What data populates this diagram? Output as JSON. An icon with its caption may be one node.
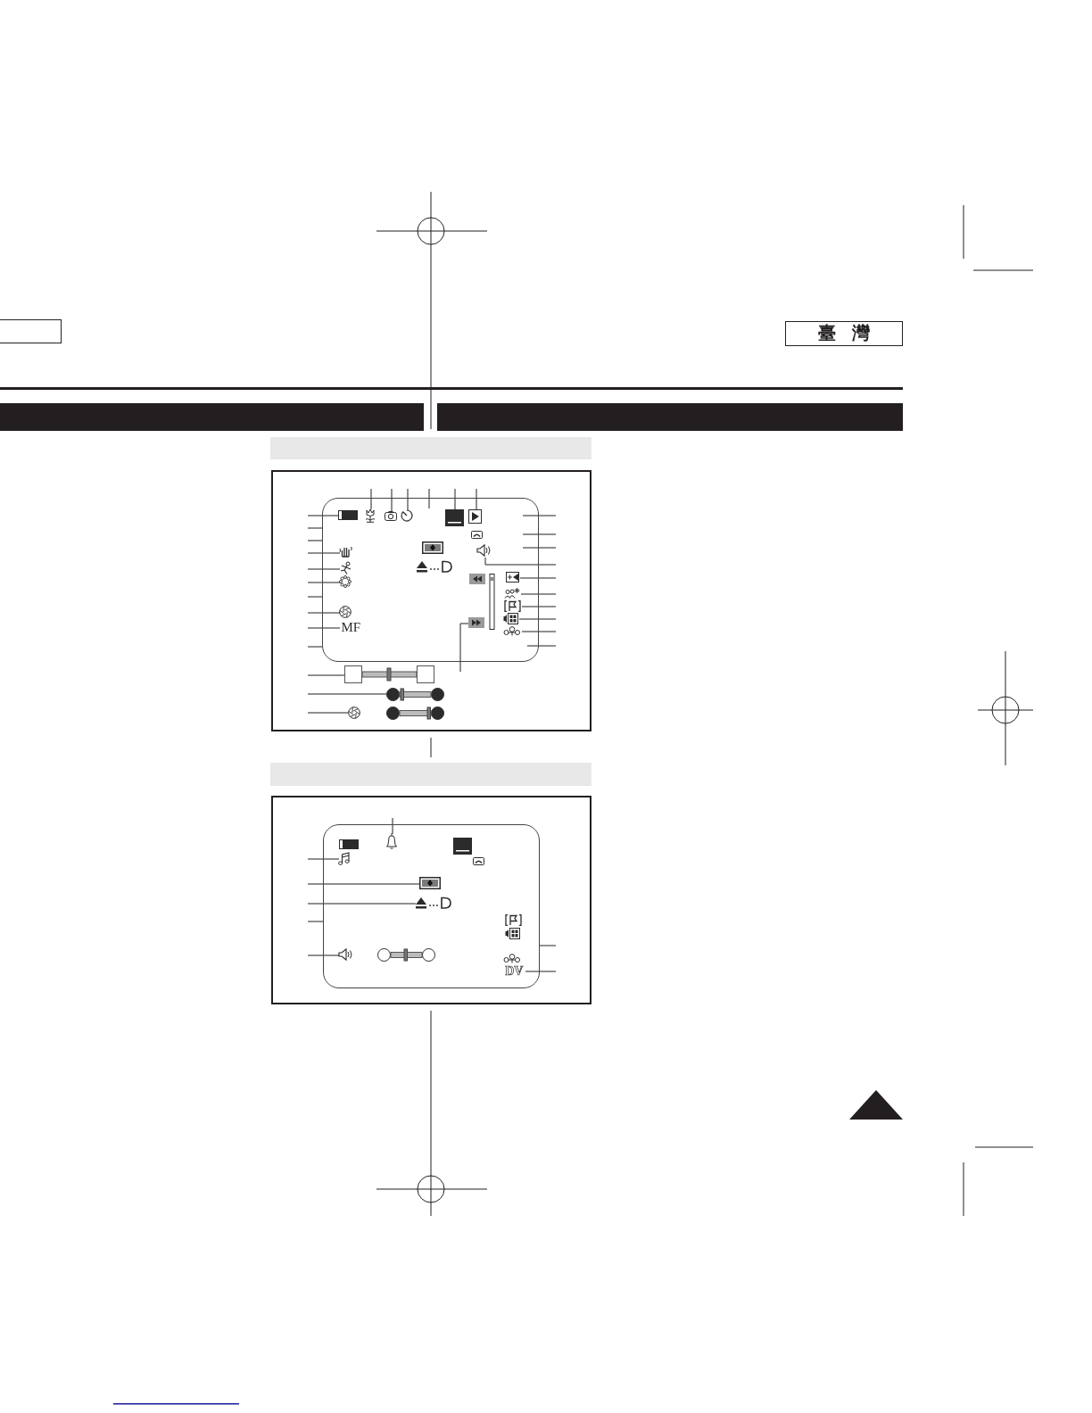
{
  "diagram": {
    "nodes": [
      {
        "text": [],
        "shape": "box"
      },
      {
        "text": [
          "臺 灣"
        ]
      },
      {
        "text": [],
        "shape": "bar"
      },
      {
        "text": [],
        "shape": "bar"
      },
      {
        "text": [],
        "shape": "bar"
      },
      {
        "text": [],
        "shape": "box"
      },
      {
        "text": [],
        "shape": "box",
        "in": 5
      },
      {
        "text": [],
        "shape": "picture",
        "in": 6
      },
      {
        "text": [],
        "shape": "picture",
        "in": 6
      },
      {
        "text": [],
        "shape": "picture",
        "in": 6
      },
      {
        "text": [],
        "shape": "picture",
        "in": 6
      },
      {
        "text": [],
        "shape": "picture",
        "in": 6
      },
      {
        "text": [],
        "shape": "picture",
        "in": 6
      },
      {
        "text": [],
        "shape": "picture",
        "in": 6
      },
      {
        "text": [],
        "shape": "picture",
        "in": 6
      },
      {
        "text": [],
        "shape": "picture",
        "in": 6
      },
      {
        "text": [],
        "shape": "picture",
        "in": 6
      },
      {
        "text": [],
        "shape": "picture",
        "in": 6
      },
      {
        "text": [],
        "shape": "picture",
        "in": 6
      },
      {
        "text": [],
        "shape": "picture",
        "in": 6
      },
      {
        "text": [],
        "shape": "picture",
        "in": 6
      },
      {
        "text": [],
        "shape": "picture",
        "in": 6
      },
      {
        "text": [],
        "shape": "picture",
        "in": 6
      },
      {
        "text": [
          "MF"
        ],
        "in": 6
      },
      {
        "text": [],
        "shape": "picture",
        "in": 6
      },
      {
        "text": [],
        "shape": "picture",
        "in": 5
      },
      {
        "text": [],
        "shape": "picture",
        "in": 5
      },
      {
        "text": [],
        "shape": "picture",
        "in": 5
      },
      {
        "text": [],
        "shape": "bar"
      },
      {
        "text": [],
        "shape": "box"
      },
      {
        "text": [],
        "shape": "box",
        "in": 29
      },
      {
        "text": [],
        "shape": "picture",
        "in": 30
      },
      {
        "text": [],
        "shape": "picture",
        "in": 30
      },
      {
        "text": [],
        "shape": "picture",
        "in": 30
      },
      {
        "text": [],
        "shape": "picture",
        "in": 30
      },
      {
        "text": [],
        "shape": "picture",
        "in": 30
      },
      {
        "text": [
          "DV"
        ],
        "in": 30
      }
    ],
    "edges": [
      {
        "from": null,
        "to": 8,
        "arrow": "none"
      },
      {
        "from": null,
        "to": 9,
        "arrow": "none"
      },
      {
        "from": null,
        "to": 10,
        "arrow": "none"
      },
      {
        "from": null,
        "to": 6,
        "arrow": "none"
      },
      {
        "from": null,
        "to": 11,
        "arrow": "none"
      },
      {
        "from": null,
        "to": 12,
        "arrow": "none"
      },
      {
        "from": null,
        "to": 7,
        "arrow": "none"
      },
      {
        "from": null,
        "to": 6,
        "arrow": "none"
      },
      {
        "from": null,
        "to": 6,
        "arrow": "none"
      },
      {
        "from": null,
        "to": 13,
        "arrow": "none"
      },
      {
        "from": null,
        "to": 15,
        "arrow": "none"
      },
      {
        "from": null,
        "to": 17,
        "arrow": "none"
      },
      {
        "from": null,
        "to": 6,
        "arrow": "none"
      },
      {
        "from": null,
        "to": 20,
        "arrow": "none"
      },
      {
        "from": null,
        "to": 23,
        "arrow": "none"
      },
      {
        "from": null,
        "to": 6,
        "arrow": "none"
      },
      {
        "from": null,
        "to": 25,
        "arrow": "none"
      },
      {
        "from": null,
        "to": 26,
        "arrow": "none"
      },
      {
        "from": null,
        "to": 27,
        "arrow": "none"
      },
      {
        "from": null,
        "to": 6,
        "arrow": "none"
      },
      {
        "from": null,
        "to": 6,
        "arrow": "none"
      },
      {
        "from": null,
        "to": 6,
        "arrow": "none"
      },
      {
        "from": null,
        "to": 14,
        "arrow": "none"
      },
      {
        "from": null,
        "to": 16,
        "arrow": "none"
      },
      {
        "from": null,
        "to": 18,
        "arrow": "none"
      },
      {
        "from": null,
        "to": 19,
        "arrow": "none"
      },
      {
        "from": null,
        "to": 21,
        "arrow": "none"
      },
      {
        "from": null,
        "to": 24,
        "arrow": "none"
      },
      {
        "from": null,
        "to": 6,
        "arrow": "none"
      },
      {
        "from": null,
        "to": 22,
        "arrow": "none"
      },
      {
        "from": null,
        "to": 31,
        "arrow": "none"
      },
      {
        "from": null,
        "to": 32,
        "arrow": "none"
      },
      {
        "from": null,
        "to": 33,
        "arrow": "none"
      },
      {
        "from": null,
        "to": 34,
        "arrow": "none"
      },
      {
        "from": null,
        "to": 30,
        "arrow": "none"
      },
      {
        "from": null,
        "to": 35,
        "arrow": "none"
      },
      {
        "from": null,
        "to": 30,
        "arrow": "none"
      },
      {
        "from": null,
        "to": 36,
        "arrow": "none"
      }
    ]
  }
}
